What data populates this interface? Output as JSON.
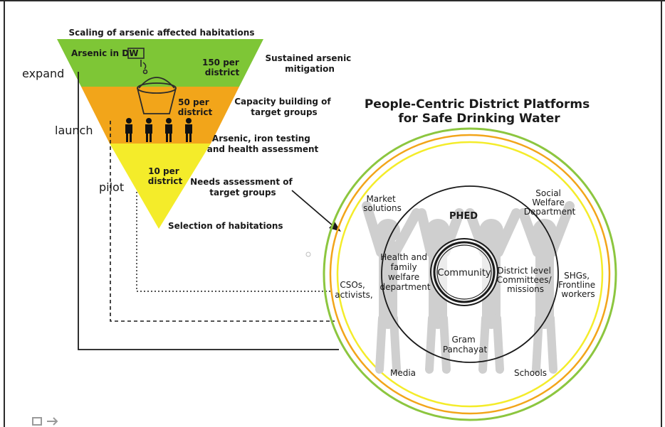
{
  "funnel": {
    "top_title": "Scaling of arsenic affected habitations",
    "arsenic_label": "Arsenic in DW",
    "stages": [
      {
        "name": "expand",
        "count_line1": "150 per",
        "count_line2": "district"
      },
      {
        "name": "launch",
        "count_line1": "50 per",
        "count_line2": "district"
      },
      {
        "name": "pilot",
        "count_line1": "10 per",
        "count_line2": "district"
      }
    ],
    "steps": [
      {
        "line1": "Sustained arsenic",
        "line2": "mitigation"
      },
      {
        "line1": "Capacity building of",
        "line2": "target groups"
      },
      {
        "line1": "Arsenic, iron testing",
        "line2": "and health assessment"
      },
      {
        "line1": "Needs assessment of",
        "line2": "target groups"
      },
      {
        "line1": "Selection of habitations",
        "line2": ""
      }
    ],
    "colors": {
      "green": "#7ec636",
      "orange": "#f2a51a",
      "yellow": "#f4ec2a"
    }
  },
  "platform": {
    "title_line1": "People-Centric District Platforms",
    "title_line2": "for Safe Drinking Water",
    "center": "Community",
    "inner_ring": [
      "PHED",
      "Health and",
      "family",
      "welfare",
      "department",
      "District level",
      "Committees/",
      "missions",
      "Gram",
      "Panchayat"
    ],
    "outer_ring": [
      "Market",
      "solutions",
      "Social",
      "Welfare",
      "Department",
      "CSOs,",
      "activists,",
      "SHGs,",
      "Frontline",
      "workers",
      "Media",
      "Schools"
    ],
    "ring_colors": {
      "outer_green": "#8cc63f",
      "orange": "#f2a51a",
      "yellow": "#f4ec2a"
    }
  }
}
